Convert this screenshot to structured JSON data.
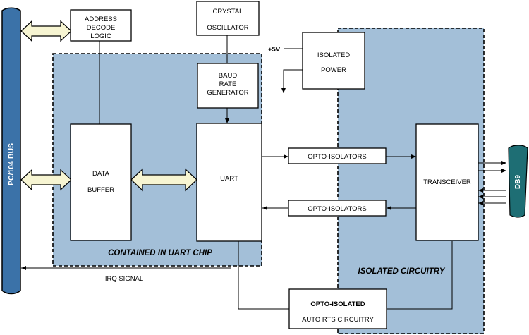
{
  "bus": {
    "label": "PC/104 BUS",
    "color": "#3b72a8"
  },
  "regions": {
    "uart_chip": {
      "label": "CONTAINED IN UART CHIP",
      "color": "#a3bfd8"
    },
    "isolated": {
      "label": "ISOLATED CIRCUITRY",
      "color": "#a3bfd8"
    }
  },
  "blocks": {
    "address_decode": [
      "ADDRESS",
      "DECODE",
      "LOGIC"
    ],
    "crystal_oscillator": [
      "CRYSTAL",
      "OSCILLATOR"
    ],
    "baud_rate_generator": [
      "BAUD",
      "RATE",
      "GENERATOR"
    ],
    "isolated_power": [
      "ISOLATED",
      "POWER"
    ],
    "data_buffer": [
      "DATA",
      "BUFFER"
    ],
    "uart": "UART",
    "transceiver": "TRANSCEIVER",
    "opto_top": "OPTO-ISOLATORS",
    "opto_bottom": "OPTO-ISOLATORS",
    "auto_rts": {
      "line1": "OPTO-ISOLATED",
      "line2": "AUTO RTS CIRCUITRY"
    }
  },
  "labels": {
    "plus5v": "+5V",
    "irq_signal": "IRQ SIGNAL"
  },
  "connector": {
    "label": "DB9",
    "color": "#1e6e74"
  },
  "colors": {
    "arrow_fill": "#f7f5d2"
  }
}
